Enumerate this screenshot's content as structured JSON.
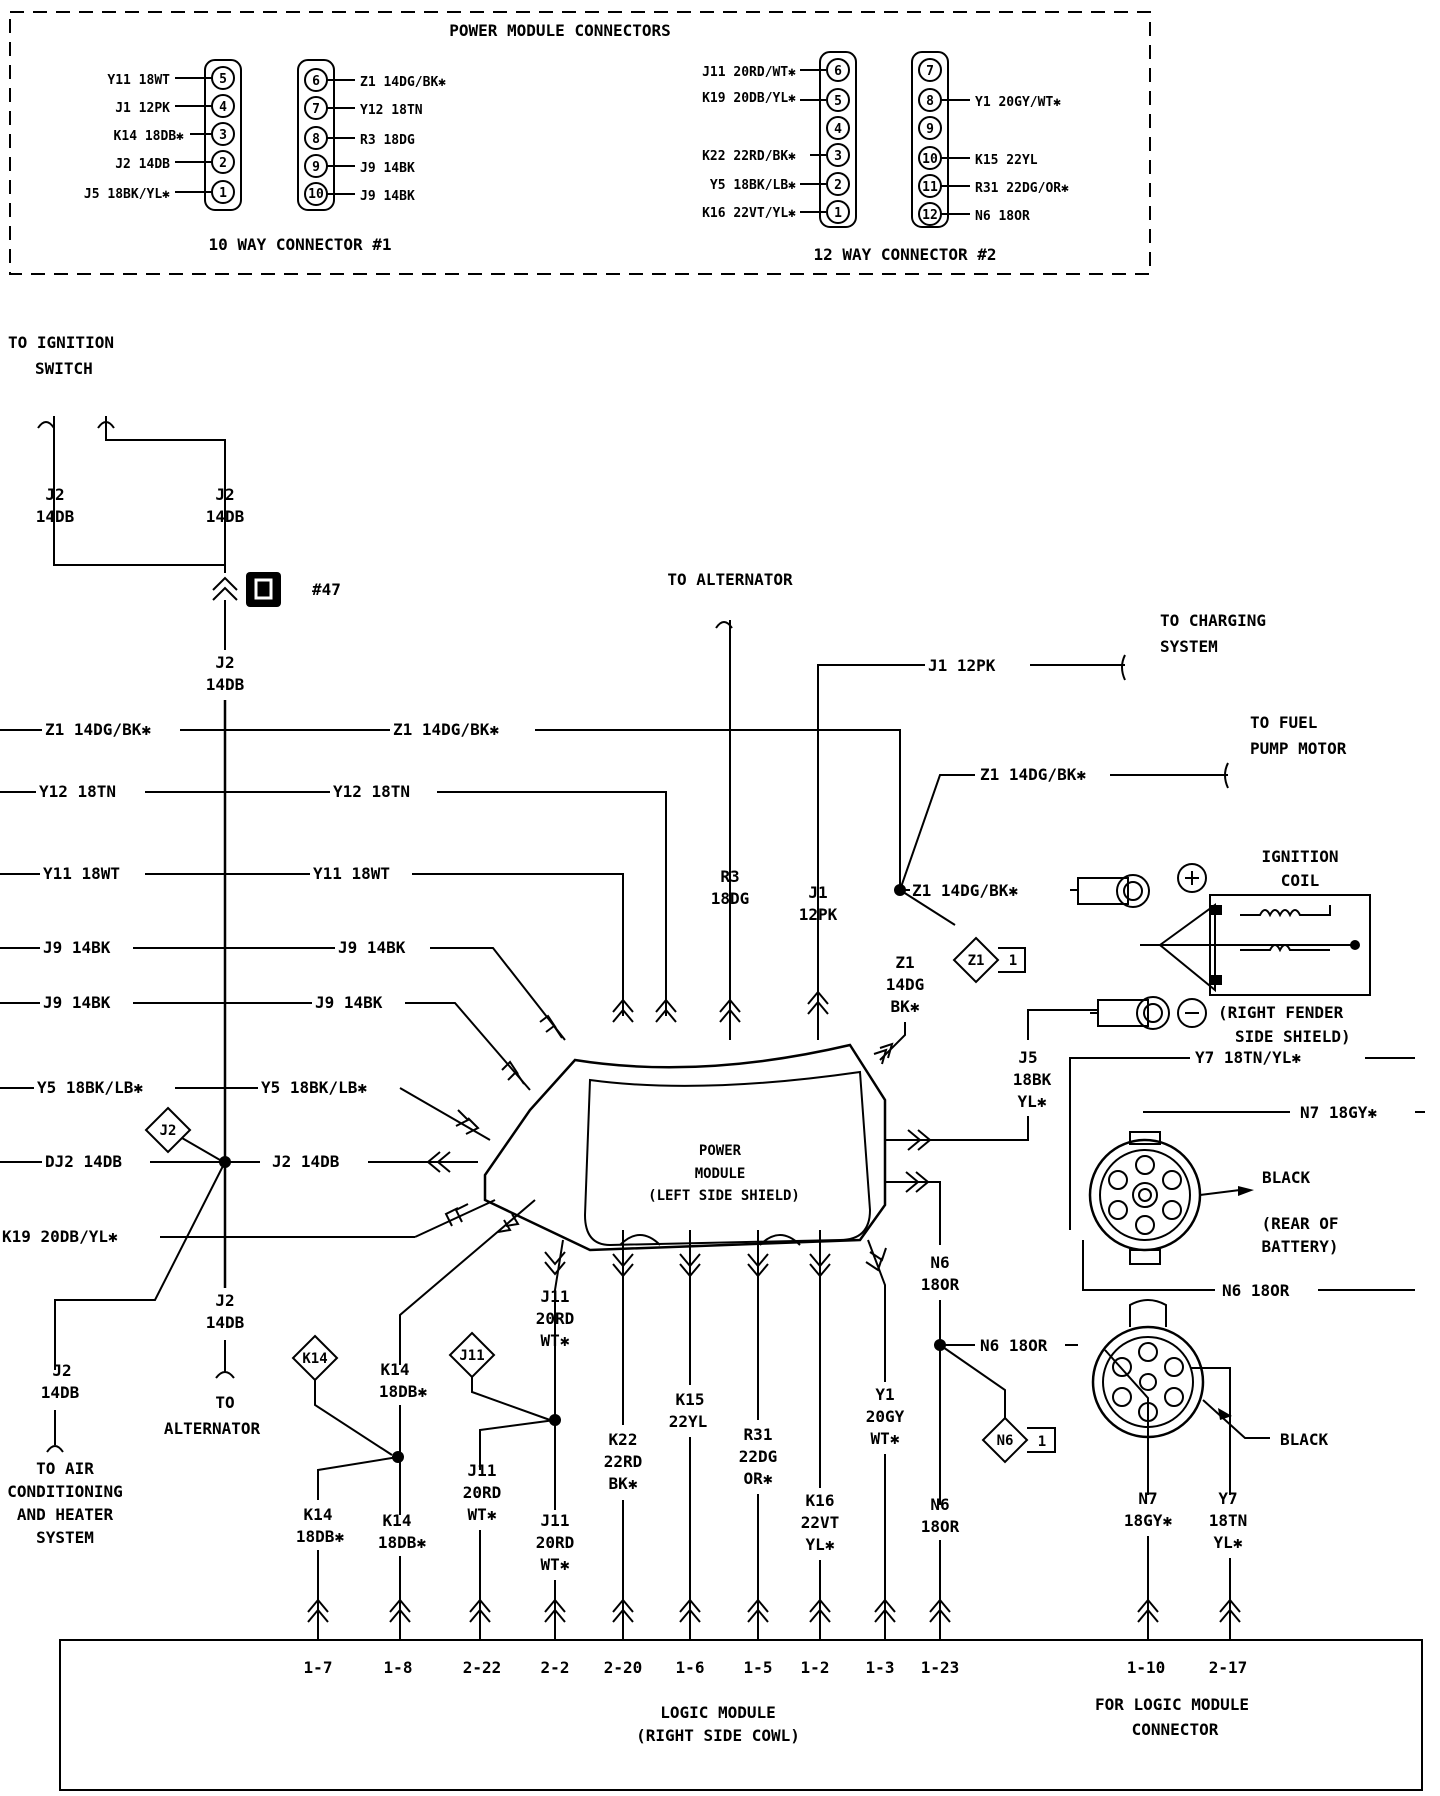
{
  "connectors_box": {
    "title": "POWER MODULE CONNECTORS",
    "c1": {
      "caption": "10 WAY CONNECTOR #1",
      "left_pins": [
        {
          "num": "5",
          "wire": "Y11 18WT"
        },
        {
          "num": "4",
          "wire": "J1 12PK"
        },
        {
          "num": "3",
          "wire": "K14 18DB✱"
        },
        {
          "num": "2",
          "wire": "J2 14DB"
        },
        {
          "num": "1",
          "wire": "J5 18BK/YL✱"
        }
      ],
      "right_pins": [
        {
          "num": "6",
          "wire": "Z1 14DG/BK✱"
        },
        {
          "num": "7",
          "wire": "Y12 18TN"
        },
        {
          "num": "8",
          "wire": "R3 18DG"
        },
        {
          "num": "9",
          "wire": "J9 14BK"
        },
        {
          "num": "10",
          "wire": "J9 14BK"
        }
      ]
    },
    "c2": {
      "caption": "12 WAY CONNECTOR #2",
      "left_pins": [
        {
          "num": "6",
          "wire": "J11 20RD/WT✱"
        },
        {
          "num": "5",
          "wire": "K19 20DB/YL✱"
        },
        {
          "num": "4",
          "wire": ""
        },
        {
          "num": "3",
          "wire": "K22 22RD/BK✱"
        },
        {
          "num": "2",
          "wire": "Y5 18BK/LB✱"
        },
        {
          "num": "1",
          "wire": "K16 22VT/YL✱"
        }
      ],
      "right_pins": [
        {
          "num": "7",
          "wire": ""
        },
        {
          "num": "8",
          "wire": "Y1 20GY/WT✱"
        },
        {
          "num": "9",
          "wire": ""
        },
        {
          "num": "10",
          "wire": "K15 22YL"
        },
        {
          "num": "11",
          "wire": "R31 22DG/OR✱"
        },
        {
          "num": "12",
          "wire": "N6 18OR"
        }
      ]
    }
  },
  "labels": {
    "ignition_switch": [
      "TO IGNITION",
      "SWITCH"
    ],
    "alternator_top": "TO ALTERNATOR",
    "charging": [
      "TO CHARGING",
      "SYSTEM"
    ],
    "fuel_pump": [
      "TO FUEL",
      "PUMP MOTOR"
    ],
    "ign_coil": [
      "IGNITION",
      "COIL"
    ],
    "fender": [
      "(RIGHT FENDER",
      "SIDE SHIELD)"
    ],
    "battery_black": "BLACK",
    "battery_loc": [
      "(REAR OF",
      "BATTERY)"
    ],
    "logic_conn_black": "BLACK",
    "alternator_bottom": [
      "TO",
      "ALTERNATOR"
    ],
    "air_cond": [
      "TO AIR",
      "CONDITIONING",
      "AND HEATER",
      "SYSTEM"
    ],
    "power_module": [
      "POWER",
      "MODULE",
      "(LEFT SIDE SHIELD)"
    ],
    "logic_module": [
      "LOGIC MODULE",
      "(RIGHT SIDE COWL)"
    ],
    "logic_conn": [
      "FOR LOGIC MODULE",
      "CONNECTOR"
    ],
    "splice_ref": "#47",
    "ground_num": "1"
  },
  "wires": {
    "j2_left": [
      "J2",
      "14DB"
    ],
    "j2_right": [
      "J2",
      "14DB"
    ],
    "j2_mid": [
      "J2",
      "14DB"
    ],
    "j2_low": [
      "J2",
      "14DB"
    ],
    "j2_ac": [
      "J2",
      "14DB"
    ],
    "z1_far": "Z1 14DG/BK✱",
    "z1_mid": "Z1 14DG/BK✱",
    "z1_fuel": "Z1 14DG/BK✱",
    "z1_coil": "Z1 14DG/BK✱",
    "z1_vert": [
      "Z1",
      "14DG",
      "BK✱"
    ],
    "y12_far": "Y12 18TN",
    "y12_mid": "Y12 18TN",
    "y11_far": "Y11 18WT",
    "y11_mid": "Y11 18WT",
    "j9a_far": "J9 14BK",
    "j9a_mid": "J9 14BK",
    "j9b_far": "J9 14BK",
    "j9b_mid": "J9 14BK",
    "y5_far": "Y5 18BK/LB✱",
    "y5_mid": "Y5 18BK/LB✱",
    "dj2_far": "DJ2 14DB",
    "j2_h": "J2 14DB",
    "k19_far": "K19 20DB/YL✱",
    "r3": [
      "R3",
      "18DG"
    ],
    "j1_vert": [
      "J1",
      "12PK"
    ],
    "j1_top": "J1 12PK",
    "j5": [
      "J5",
      "18BK",
      "YL✱"
    ],
    "y7_top": "Y7 18TN/YL✱",
    "n7_top": "N7 18GY✱",
    "n6_batt": "N6 18OR",
    "n6_v1": [
      "N6",
      "18OR"
    ],
    "n6_splice": "N6 18OR",
    "n6_v2": [
      "N6",
      "18OR"
    ],
    "k14_upper": [
      "K14",
      "18DB✱"
    ],
    "k14_lower_l": [
      "K14",
      "18DB✱"
    ],
    "k14_lower_r": [
      "K14",
      "18DB✱"
    ],
    "j11_upper": [
      "J11",
      "20RD",
      "WT✱"
    ],
    "j11_lower_l": [
      "J11",
      "20RD",
      "WT✱"
    ],
    "j11_lower_r": [
      "J11",
      "20RD",
      "WT✱"
    ],
    "k22": [
      "K22",
      "22RD",
      "BK✱"
    ],
    "k15": [
      "K15",
      "22YL"
    ],
    "r31": [
      "R31",
      "22DG",
      "OR✱"
    ],
    "k16": [
      "K16",
      "22VT",
      "YL✱"
    ],
    "y1": [
      "Y1",
      "20GY",
      "WT✱"
    ],
    "n7_bot": [
      "N7",
      "18GY✱"
    ],
    "y7_bot": [
      "Y7",
      "18TN",
      "YL✱"
    ]
  },
  "splices": [
    "J2",
    "K14",
    "J11",
    "Z1",
    "N6"
  ],
  "pins": [
    "1-7",
    "1-8",
    "2-22",
    "2-2",
    "2-20",
    "1-6",
    "1-5",
    "1-2",
    "1-3",
    "1-23",
    "1-10",
    "2-17"
  ]
}
